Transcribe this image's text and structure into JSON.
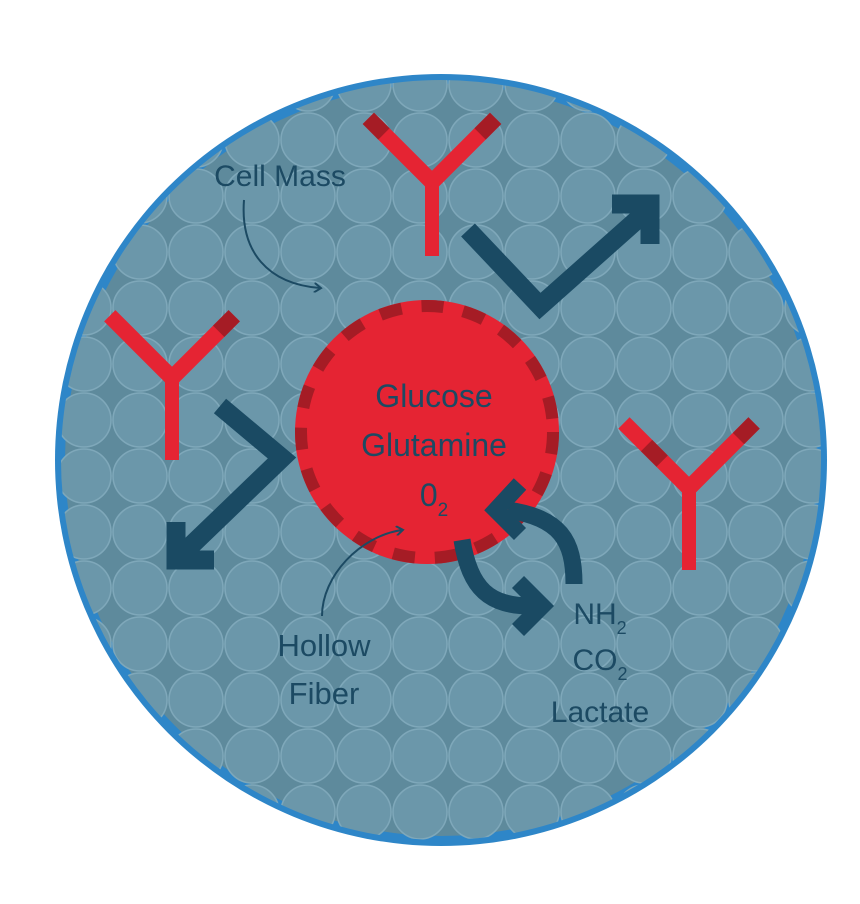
{
  "colors": {
    "ring": "#2e86c8",
    "interior": "#5e8a9c",
    "cell_fill": "#6b97aa",
    "cell_stroke": "#7fa8ba",
    "fiber": "#e52433",
    "fiber_pore": "#a51c25",
    "antibody": "#e52433",
    "antibody_dark": "#a51c25",
    "arrow": "#1a4a63",
    "text_dark": "#1c4a63"
  },
  "labels": {
    "cell_mass": "Cell Mass",
    "hollow": "Hollow",
    "fiber": "Fiber",
    "nutrient_1": "Glucose",
    "nutrient_2": "Glutamine",
    "nutrient_3_base": "0",
    "nutrient_3_sub": "2",
    "waste_1_base": "NH",
    "waste_1_sub": "2",
    "waste_2_base": "CO",
    "waste_2_sub": "2",
    "waste_3": "Lactate"
  },
  "icons": {
    "antibody": "antibody-icon",
    "flow_arrow": "flow-arrow-icon",
    "pointer": "curved-pointer-icon"
  }
}
